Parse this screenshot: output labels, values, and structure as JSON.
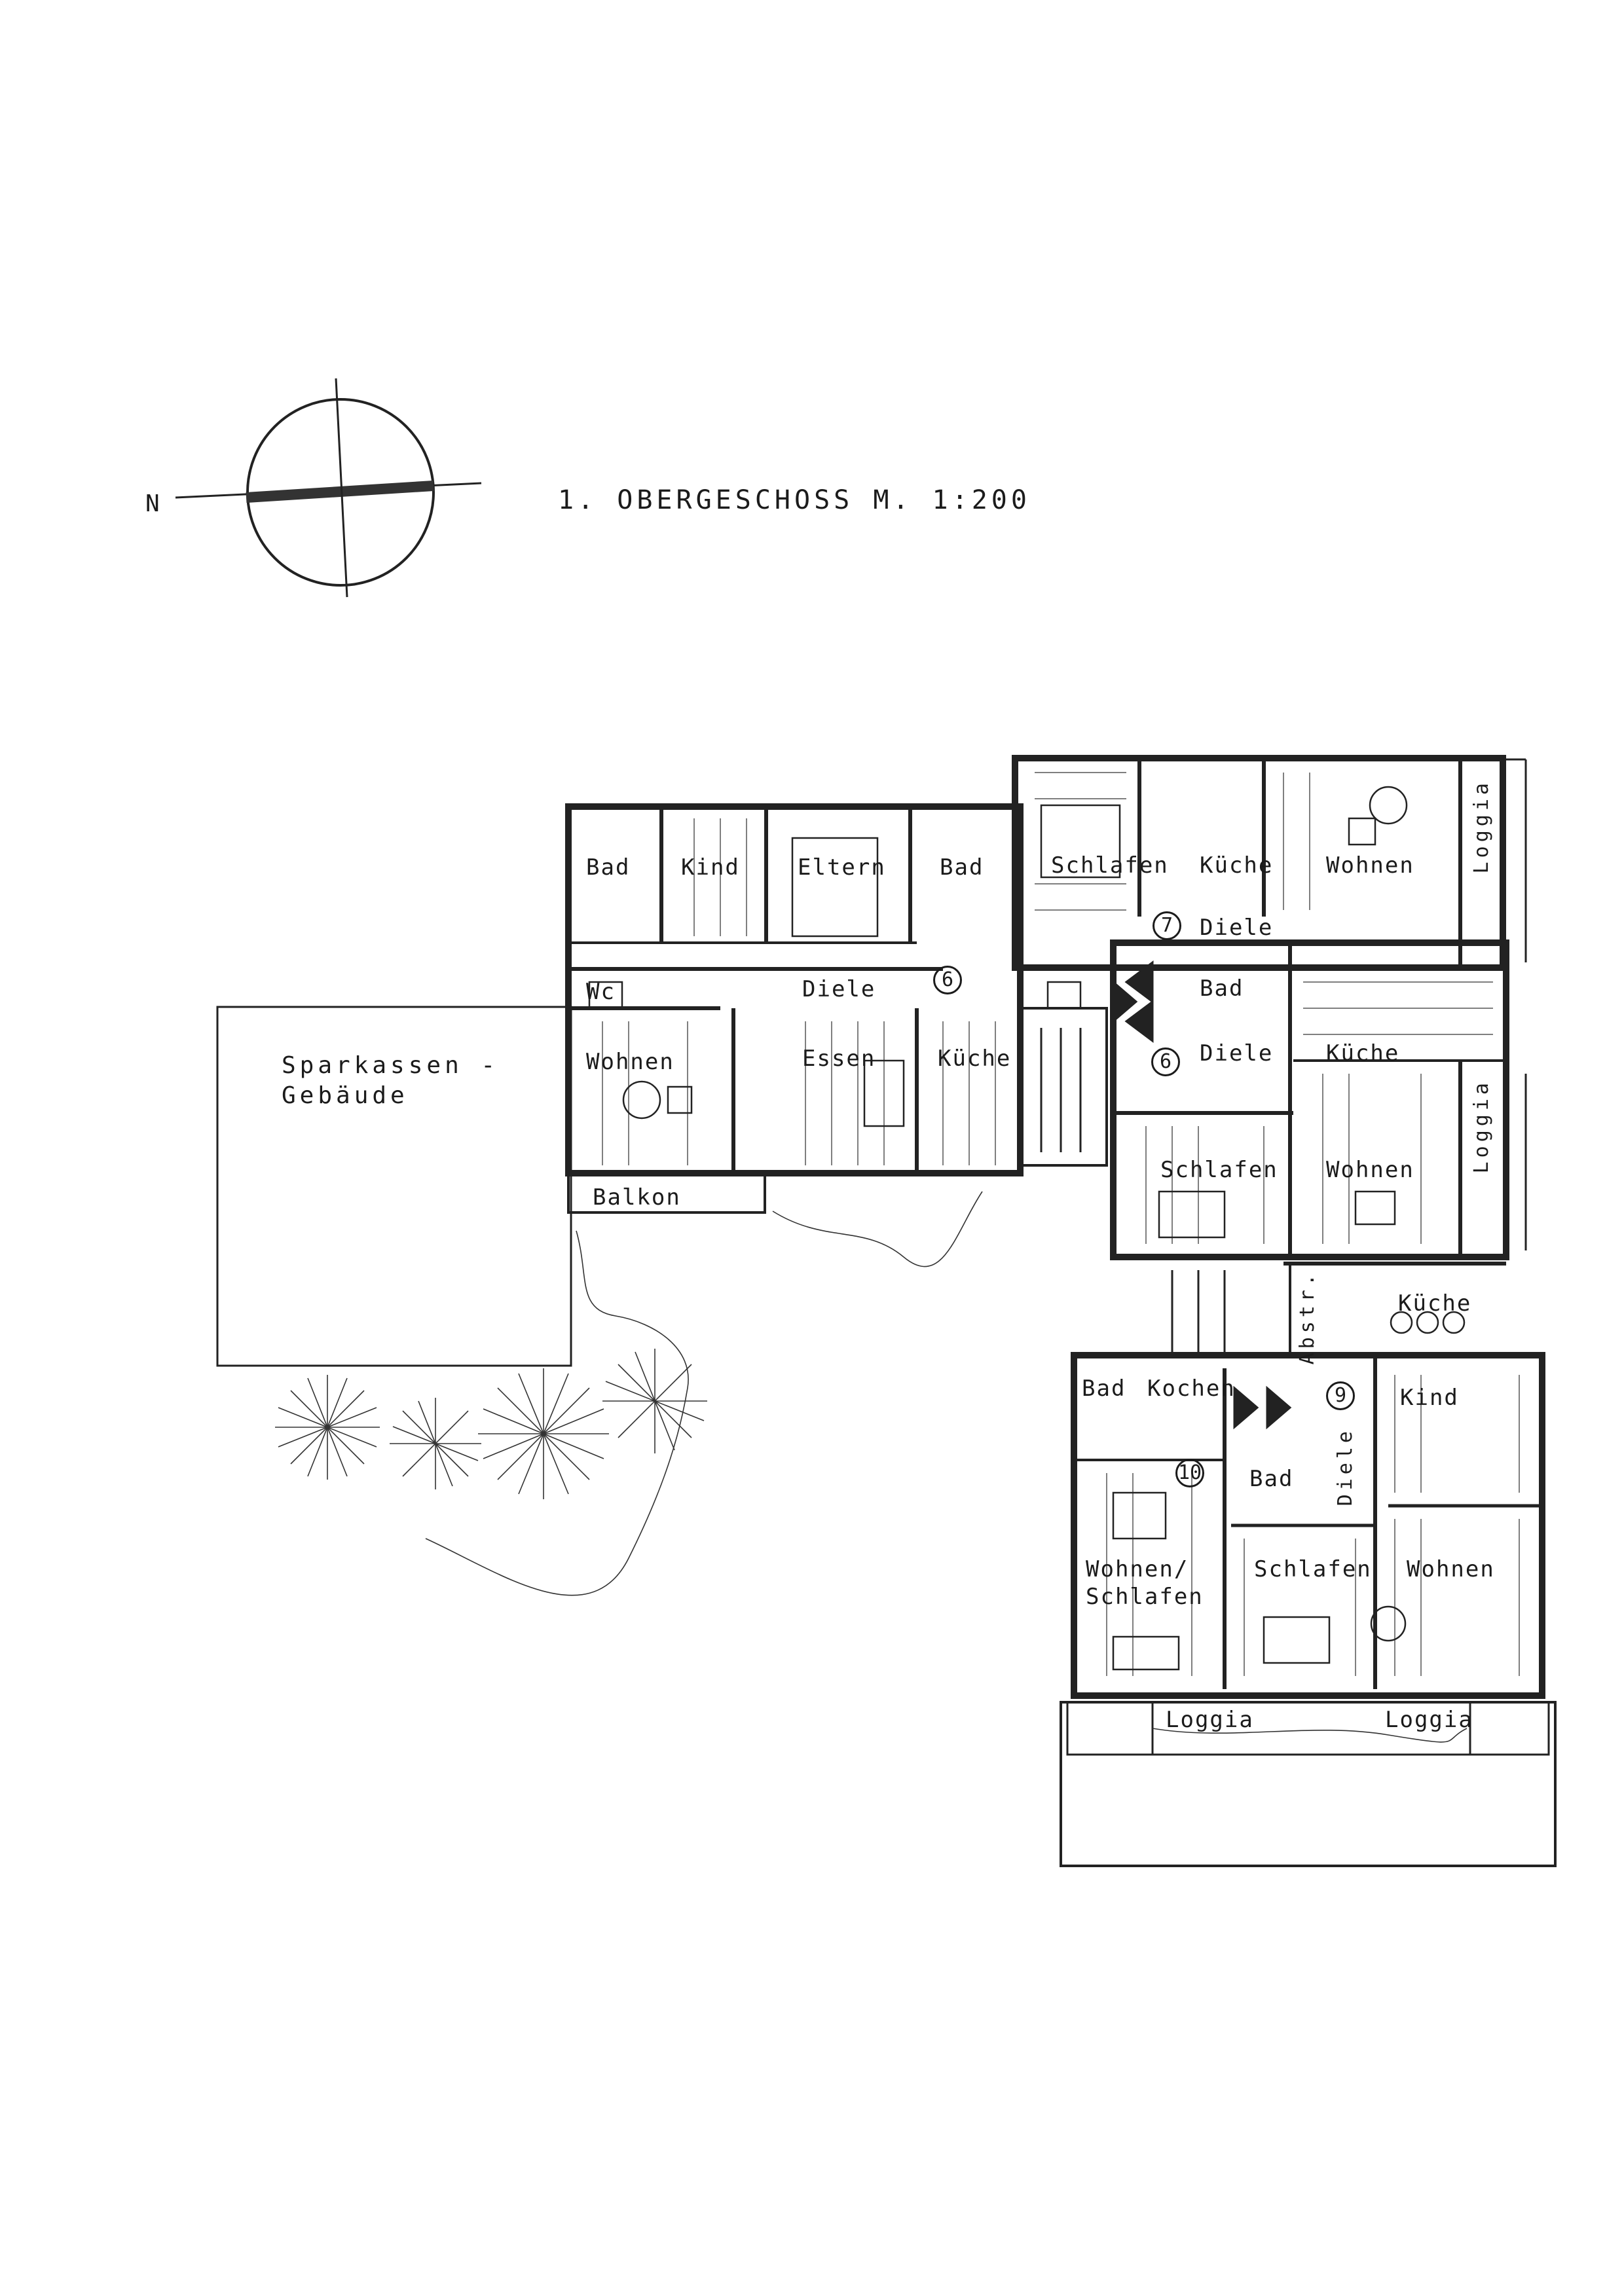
{
  "heading": {
    "north_label": "N",
    "title": "1. OBERGESCHOSS  M. 1:200"
  },
  "neighbour": {
    "line1": "Sparkassen -",
    "line2": "Gebäude"
  },
  "rooms": {
    "bad_1": "Bad",
    "kind_1": "Kind",
    "eltern": "Eltern",
    "bad_2": "Bad",
    "wc": "Wc",
    "diele_6": "Diele",
    "wohnen_6": "Wohnen",
    "essen": "Essen",
    "kueche_6": "Küche",
    "balkon": "Balkon",
    "schlafen_7": "Schlafen",
    "kueche_7": "Küche",
    "wohnen_7": "Wohnen",
    "diele_7": "Diele",
    "loggia_7": "Loggia",
    "bad_8": "Bad",
    "diele_8": "Diele",
    "kueche_8": "Küche",
    "schlafen_8": "Schlafen",
    "wohnen_8": "Wohnen",
    "loggia_8": "Loggia",
    "abstr": "Abstr.",
    "kueche_9": "Küche",
    "kind_9": "Kind",
    "diele_9": "Diele",
    "bad_9": "Bad",
    "schlafen_9": "Schlafen",
    "wohnen_9": "Wohnen",
    "bad_10": "Bad",
    "kochen_10": "Kochen",
    "wohnen_schlafen_10_a": "Wohnen/",
    "wohnen_schlafen_10_b": "Schlafen",
    "loggia_10": "Loggia",
    "loggia_9": "Loggia"
  },
  "unit_numbers": {
    "u6a": "6",
    "u6b": "6",
    "u7": "7",
    "u9": "9",
    "u10": "10"
  }
}
